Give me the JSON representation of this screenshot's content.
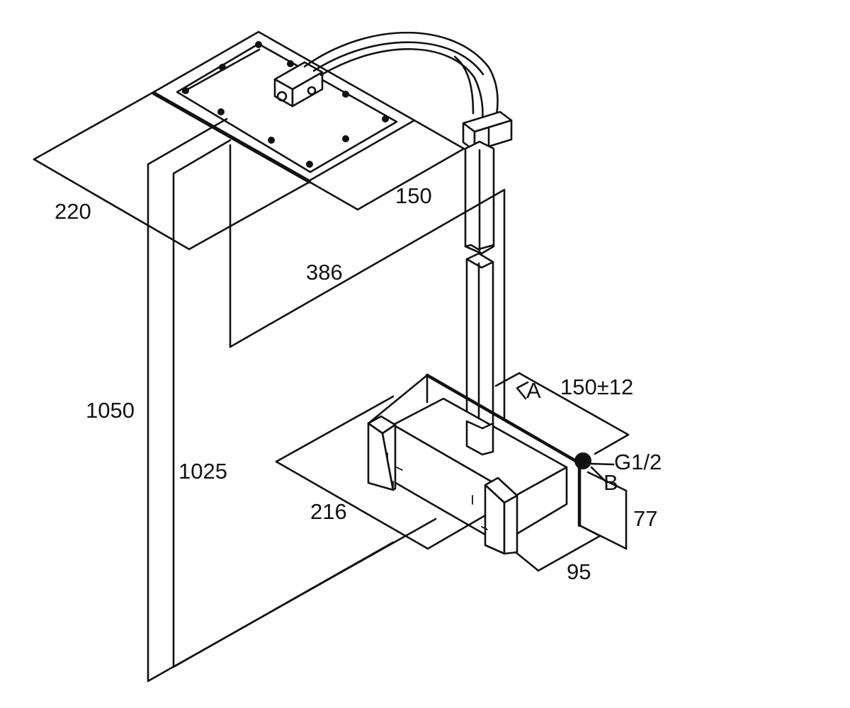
{
  "diagram": {
    "dimensions": {
      "head_width": "220",
      "head_depth": "150",
      "arm_reach": "386",
      "height_total": "1050",
      "height_outlet": "1025",
      "valve_center": "150±12",
      "valve_width": "216",
      "valve_height": "77",
      "valve_depth": "95"
    },
    "callouts": {
      "inlet_a": "A",
      "inlet_b": "B",
      "thread": "G1/2"
    }
  }
}
